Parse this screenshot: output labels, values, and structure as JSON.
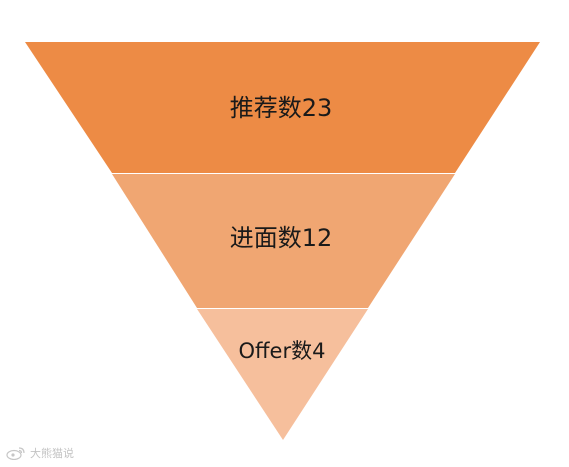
{
  "funnel": {
    "stages": [
      {
        "label": "推荐数23",
        "value": 23,
        "color": "#ed8b45"
      },
      {
        "label": "进面数12",
        "value": 12,
        "color": "#f0a672"
      },
      {
        "label": "Offer数4",
        "value": 4,
        "color": "#f6bf9c"
      }
    ]
  },
  "watermark": {
    "text": "大熊猫说",
    "icon": "weibo-logo-icon"
  }
}
